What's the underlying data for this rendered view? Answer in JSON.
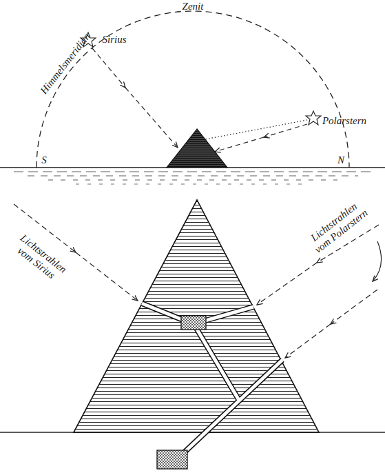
{
  "diagram": {
    "labels": [
      "Zenit",
      "Himmelsmeridian",
      "Sirius",
      "Polarstern",
      "S",
      "N",
      "Lichtstrahlen vom Sirius",
      "Lichtstrahlen vom Polarstern"
    ]
  }
}
